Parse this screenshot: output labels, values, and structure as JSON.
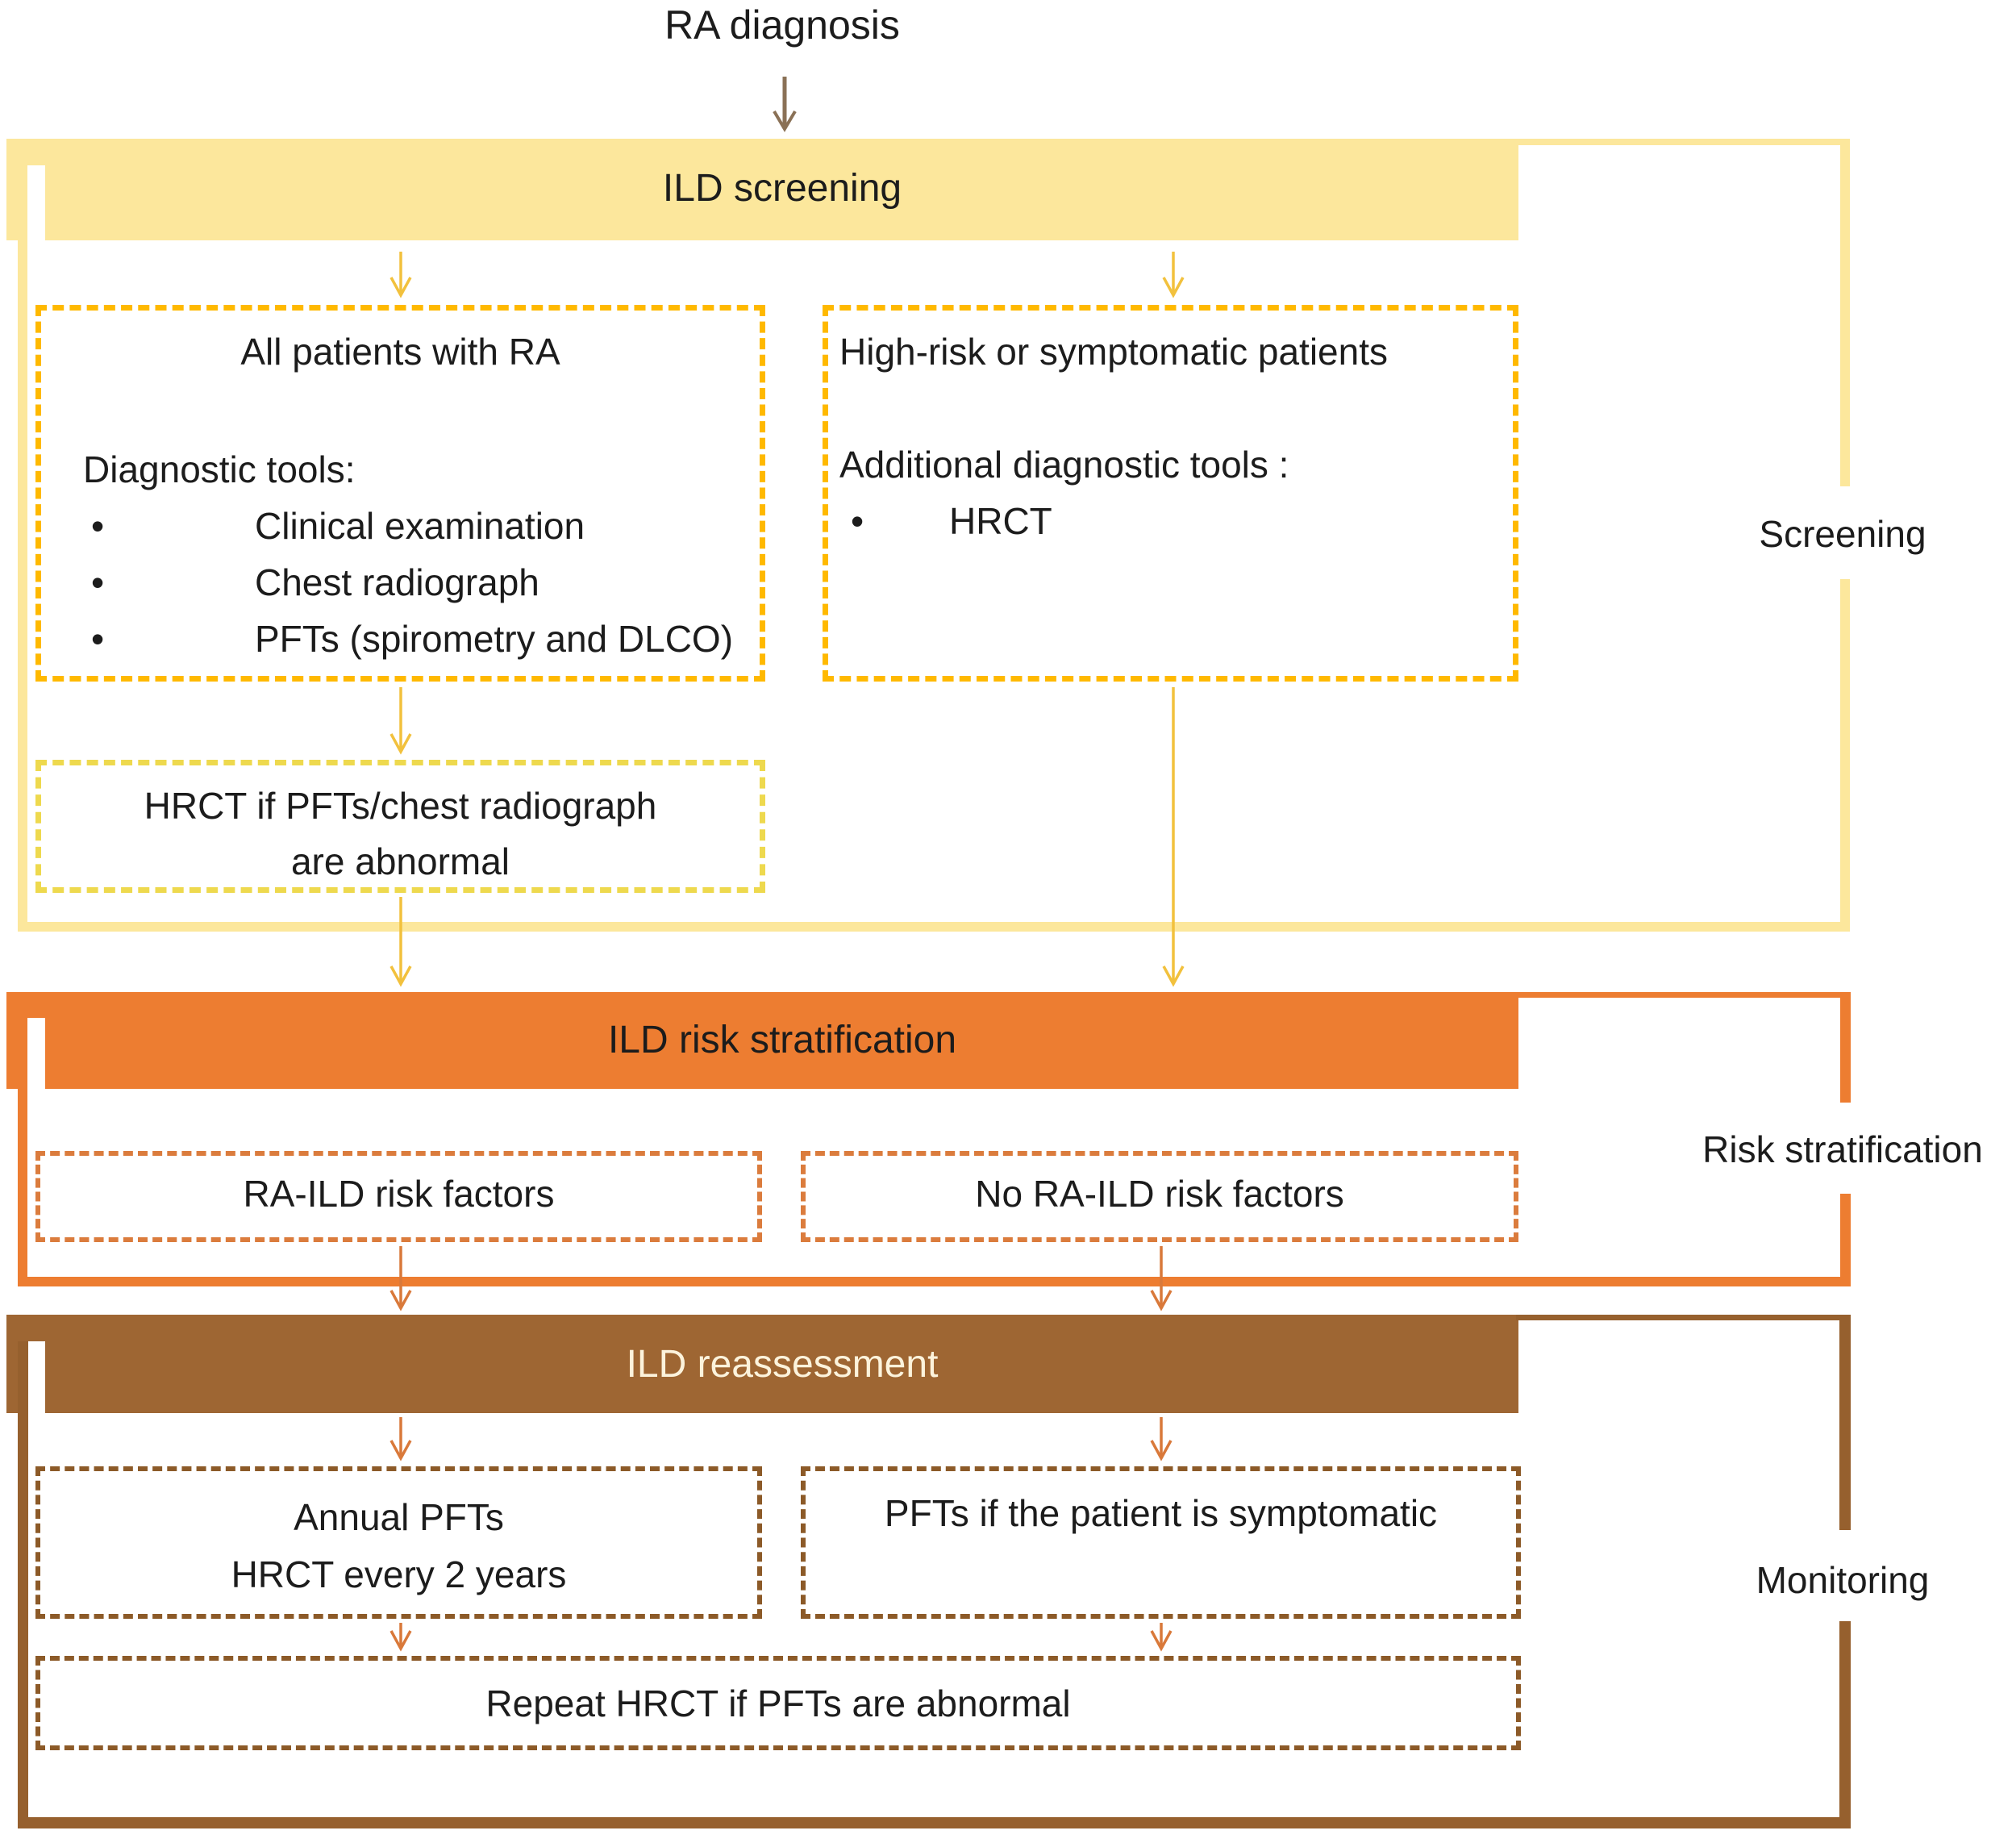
{
  "title": "RA diagnosis",
  "sections": {
    "screening": {
      "banner": "ILD screening",
      "side_label": "Screening",
      "box_all_patients": {
        "heading": "All patients with RA",
        "subheading": "Diagnostic tools:",
        "bullet_glyph": "•",
        "bullets": [
          "Clinical examination",
          "Chest radiograph",
          "PFTs (spirometry and DLCO)"
        ]
      },
      "box_high_risk": {
        "heading": "High-risk or symptomatic patients",
        "subheading": "Additional diagnostic tools :",
        "bullet_glyph": "•",
        "bullets": [
          "HRCT"
        ]
      },
      "box_hrct": {
        "line1": "HRCT if PFTs/chest radiograph",
        "line2": "are abnormal"
      }
    },
    "risk": {
      "banner": "ILD risk stratification",
      "side_label": "Risk stratification",
      "box_risk_factors": "RA-ILD risk factors",
      "box_no_risk_factors": "No RA-ILD risk factors"
    },
    "monitoring": {
      "banner": "ILD reassessment",
      "side_label": "Monitoring",
      "box_annual": {
        "line1": "Annual PFTs",
        "line2": "HRCT every 2 years"
      },
      "box_symptomatic": "PFTs if the patient is symptomatic",
      "box_repeat": "Repeat HRCT if PFTs are abnormal"
    }
  },
  "colors": {
    "yellow_fill": "#FCE79C",
    "yellow_dash": "#FFB900",
    "pale_yellow_dash": "#EED94E",
    "yellow_arrow": "#F2C13D",
    "orange_fill": "#ED7D31",
    "orange_dash": "#DB7C3D",
    "orange_arrow": "#D9793A",
    "brown_fill": "#9E6633",
    "brown_dash": "#8C5A28",
    "brown_border": "#96602E",
    "banner_text_dark": "#1C1C1C",
    "banner_text_light": "#FCF3DC",
    "top_arrow": "#8A7156"
  }
}
